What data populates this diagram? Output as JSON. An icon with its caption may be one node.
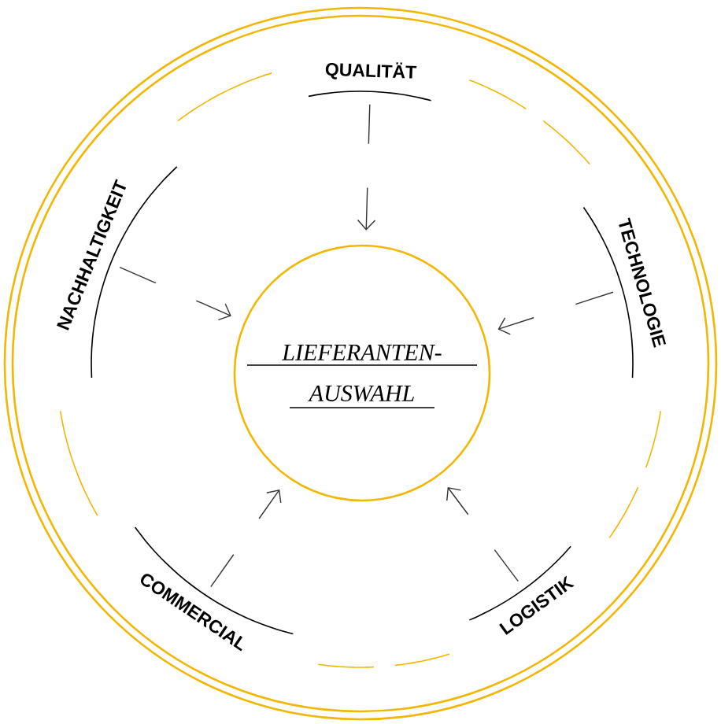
{
  "diagram": {
    "nodes": [
      {
        "text": [
          "QUALITÄT"
        ]
      },
      {
        "text": [
          "NACHHALTIGKEIT"
        ]
      },
      {
        "text": [
          "TECHNOLOGIE"
        ]
      },
      {
        "text": [
          "LIEFERANTEN- AUSWAHL"
        ]
      },
      {
        "text": [
          "COMMERCIAL"
        ]
      },
      {
        "text": [
          "LOGISTIK"
        ]
      }
    ],
    "edges": [
      {
        "from": 0,
        "to": 3,
        "arrow": "to"
      },
      {
        "from": 1,
        "to": 3,
        "arrow": "to"
      },
      {
        "from": 2,
        "to": 3,
        "arrow": "to"
      },
      {
        "from": 4,
        "to": 3,
        "arrow": "to"
      },
      {
        "from": 5,
        "to": 3,
        "arrow": "to"
      }
    ]
  }
}
